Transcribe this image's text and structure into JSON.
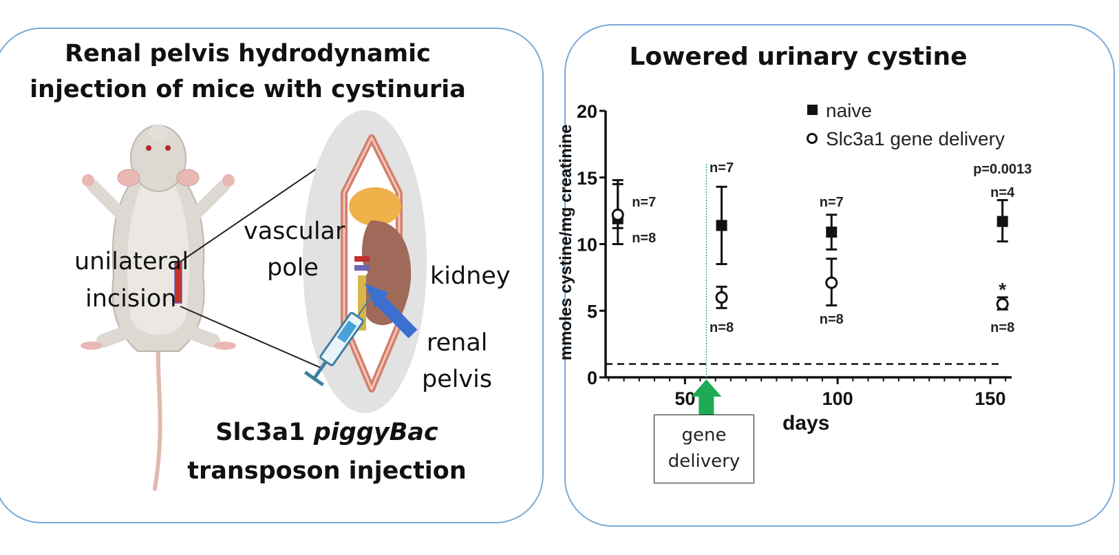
{
  "left_panel": {
    "title_line1": "Renal pelvis hydrodynamic",
    "title_line2": "injection of mice with cystinuria",
    "labels": {
      "unilateral": "unilateral",
      "incision": "incision",
      "vascular": "vascular",
      "pole": "pole",
      "kidney": "kidney",
      "renal": "renal",
      "pelvis": "pelvis"
    },
    "bottom_line1_prefix": "Slc3a1 ",
    "bottom_line1_italic": "piggyBac",
    "bottom_line2": "transposon injection"
  },
  "right_panel": {
    "title": "Lowered urinary cystine",
    "gene_box_line1": "gene",
    "gene_box_line2": "delivery",
    "days_label": "days"
  },
  "chart_data": {
    "type": "scatter",
    "title": "Lowered urinary cystine",
    "xlabel": "days",
    "ylabel": "mmoles cystine/mg creatinine",
    "xlim": [
      24,
      157
    ],
    "ylim": [
      0,
      20
    ],
    "x_ticks": [
      50,
      100,
      150
    ],
    "y_ticks": [
      0,
      5,
      10,
      15,
      20
    ],
    "legend": {
      "position": "top-right",
      "entries": [
        "naive",
        "Slc3a1 gene delivery"
      ]
    },
    "reference_line_y": 1,
    "gene_delivery_day": 57,
    "series": [
      {
        "name": "naive",
        "marker": "filled-square",
        "points": [
          {
            "x": 28,
            "y": 11.9,
            "err_low": 10.0,
            "err_high": 14.5,
            "n_label": "n=7"
          },
          {
            "x": 62,
            "y": 11.4,
            "err_low": 8.5,
            "err_high": 14.3,
            "n_label": "n=7"
          },
          {
            "x": 98,
            "y": 10.9,
            "err_low": 9.6,
            "err_high": 12.2,
            "n_label": "n=7"
          },
          {
            "x": 154,
            "y": 11.7,
            "err_low": 10.2,
            "err_high": 13.3,
            "n_label": "n=4"
          }
        ]
      },
      {
        "name": "Slc3a1 gene delivery",
        "marker": "open-circle",
        "points": [
          {
            "x": 28,
            "y": 12.2,
            "err_low": 11.2,
            "err_high": 14.8,
            "n_label": "n=8"
          },
          {
            "x": 62,
            "y": 6.0,
            "err_low": 5.2,
            "err_high": 6.8,
            "n_label": "n=8"
          },
          {
            "x": 98,
            "y": 7.1,
            "err_low": 5.4,
            "err_high": 8.9,
            "n_label": "n=8"
          },
          {
            "x": 154,
            "y": 5.5,
            "err_low": 5.1,
            "err_high": 6.0,
            "n_label": "n=8"
          }
        ]
      }
    ],
    "annotations": [
      {
        "text": "p=0.0013",
        "x": 154,
        "position": "above naive n-label"
      },
      {
        "text": "*",
        "x": 154,
        "position": "above gene delivery point"
      }
    ]
  }
}
